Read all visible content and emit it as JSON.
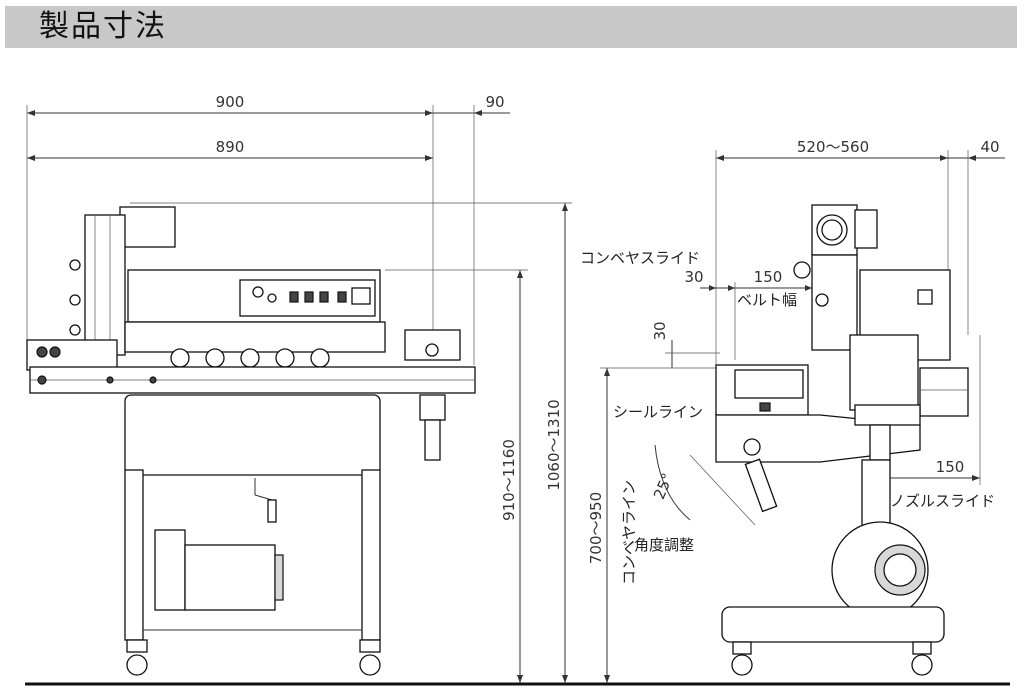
{
  "header": {
    "title": "製品寸法"
  },
  "dimensions": {
    "d900": "900",
    "d90": "90",
    "d890": "890",
    "d520_560": "520〜560",
    "d40": "40",
    "d1060_1310": "1060〜1310",
    "d910_1160": "910〜1160",
    "d700_950": "700〜950",
    "d30a": "30",
    "d150a": "150",
    "d30b": "30",
    "d150b": "150",
    "d25": "25°"
  },
  "labels": {
    "conveyor_slide": "コンベヤスライド",
    "belt_width": "ベルト幅",
    "seal_line": "シールライン",
    "conveyor_line": "コンベヤライン",
    "angle_adjust": "角度調整",
    "nozzle_slide": "ノズルスライド"
  }
}
